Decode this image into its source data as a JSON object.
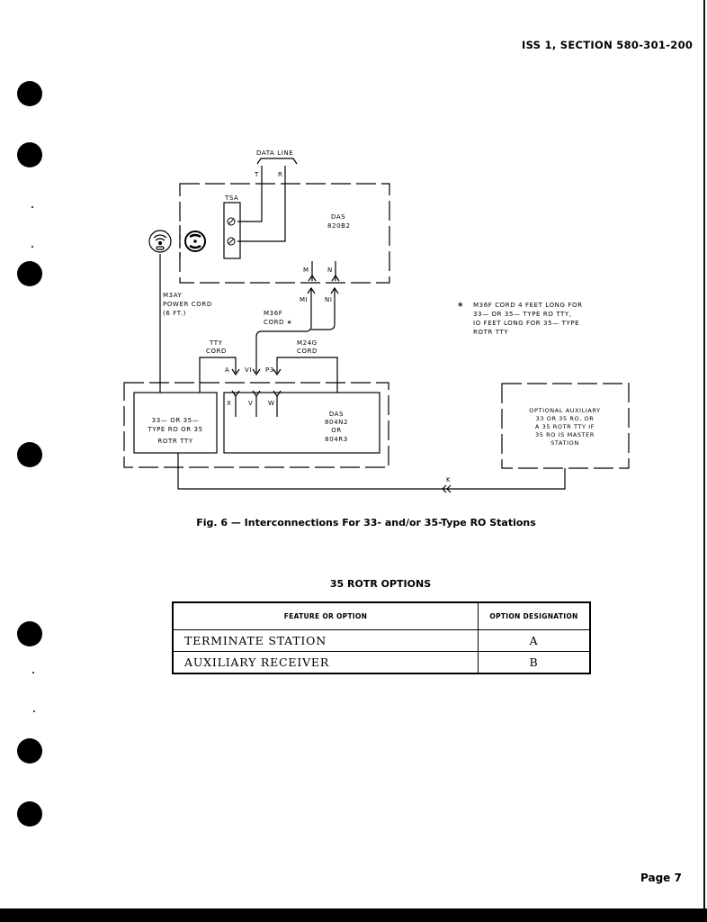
{
  "header": {
    "section_ref": "ISS 1, SECTION 580-301-200"
  },
  "diagram": {
    "data_line_label": "DATA LINE",
    "t_label": "T",
    "r_label": "R",
    "tsa_label": "TSA",
    "das_top": {
      "line1": "DAS",
      "line2": "820B2"
    },
    "m_label": "M",
    "n_label": "N",
    "m1_label": "MI",
    "n1_label": "NI",
    "power_cord": {
      "line1": "M3AY",
      "line2": "POWER CORD",
      "line3": "(6 FT.)"
    },
    "m36f_cord": {
      "line1": "M36F",
      "line2": "CORD ∗"
    },
    "tty_cord": {
      "line1": "TTY",
      "line2": "CORD"
    },
    "m24g_cord": {
      "line1": "M24G",
      "line2": "CORD"
    },
    "a_label": "A",
    "v1_label": "VI",
    "p3_label": "P3",
    "x_label": "X",
    "v_label": "V",
    "w_label": "W",
    "tty_box": {
      "line1": "33— OR 35—",
      "line2": "TYPE RO OR 35",
      "line3": "ROTR TTY"
    },
    "das_bottom": {
      "line1": "DAS",
      "line2": "804N2",
      "line3": "OR",
      "line4": "804R3"
    },
    "footnote": {
      "marker": "∗",
      "line1": "M36F CORD 4 FEET LONG FOR",
      "line2": "33— OR 35— TYPE RO TTY,",
      "line3": "IO FEET LONG FOR 35— TYPE",
      "line4": "ROTR TTY"
    },
    "aux_box": {
      "line1": "OPTIONAL  AUXILIARY",
      "line2": "33  OR 35  RO, OR",
      "line3": "A 35  ROTR TTY IF",
      "line4": "35 RO IS MASTER",
      "line5": "STATION"
    },
    "k_label": "K"
  },
  "figure_caption": "Fig. 6 — Interconnections For 33- and/or 35-Type RO Stations",
  "options_table": {
    "title": "35 ROTR OPTIONS",
    "headers": [
      "FEATURE OR OPTION",
      "OPTION DESIGNATION"
    ],
    "rows": [
      {
        "feature": "TERMINATE STATION",
        "designation": "A"
      },
      {
        "feature": "AUXILIARY RECEIVER",
        "designation": "B"
      }
    ]
  },
  "footer": {
    "page": "Page 7"
  }
}
